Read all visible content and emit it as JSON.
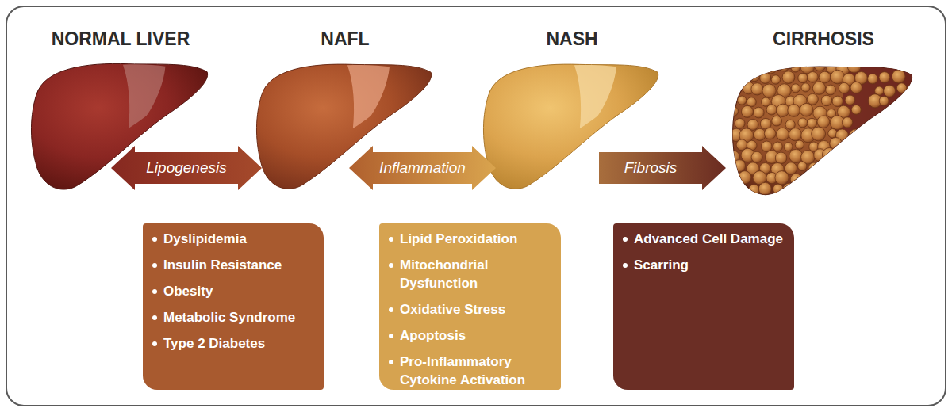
{
  "diagram": {
    "nodes": [
      {
        "text": [
          "NORMAL LIVER"
        ]
      },
      {
        "text": [
          "NAFL"
        ]
      },
      {
        "text": [
          "NASH"
        ]
      },
      {
        "text": [
          "CIRRHOSIS"
        ]
      },
      {
        "text": [
          "Dyslipidemia",
          "Insulin Resistance",
          "Obesity",
          "Metabolic Syndrome",
          "Type 2 Diabetes"
        ]
      },
      {
        "text": [
          "Lipid Peroxidation",
          "Mitochondrial Dysfunction",
          "Oxidative Stress",
          "Apoptosis",
          "Pro-Inflammatory Cytokine Activation"
        ]
      },
      {
        "text": [
          "Advanced Cell Damage",
          "Scarring"
        ]
      }
    ],
    "edges": [
      {
        "from": 0,
        "to": 1,
        "label": "Lipogenesis",
        "arrow": "both"
      },
      {
        "from": 1,
        "to": 2,
        "label": "Inflammation",
        "arrow": "both"
      },
      {
        "from": 2,
        "to": 3,
        "label": "Fibrosis",
        "arrow": "to"
      }
    ]
  }
}
